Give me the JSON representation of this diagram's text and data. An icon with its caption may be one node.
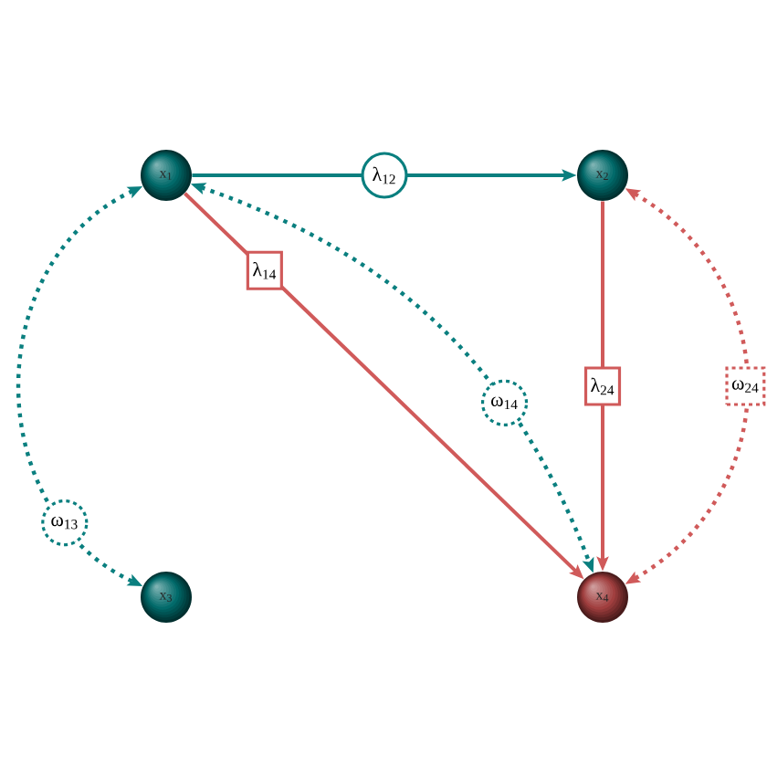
{
  "diagram": {
    "nodes": [
      {
        "text": [
          "x$_{1}$"
        ]
      },
      {
        "text": [
          "x$_{2}$"
        ]
      },
      {
        "text": [
          "x$_{3}$"
        ]
      },
      {
        "text": [
          "x$_{4}$"
        ]
      }
    ],
    "edges": [
      {
        "from": 0,
        "to": 1,
        "arrow": "to",
        "label": "λ$_{12}$",
        "color": "#0a7f7f"
      },
      {
        "from": 0,
        "to": 3,
        "arrow": "to",
        "label": "λ$_{14}$",
        "color": "#d05a5a"
      },
      {
        "from": 1,
        "to": 3,
        "arrow": "to",
        "label": "λ$_{24}$",
        "color": "#d05a5a"
      },
      {
        "from": 0,
        "to": 2,
        "arrow": "both",
        "label": "ω$_{13}$",
        "style": "dashed",
        "color": "#0a7f7f"
      },
      {
        "from": 0,
        "to": 3,
        "arrow": "both",
        "label": "ω$_{14}$",
        "style": "dashed",
        "color": "#0a7f7f"
      },
      {
        "from": 1,
        "to": 3,
        "arrow": "both",
        "label": "ω$_{24}$",
        "style": "dashed",
        "color": "#d05a5a"
      }
    ]
  }
}
